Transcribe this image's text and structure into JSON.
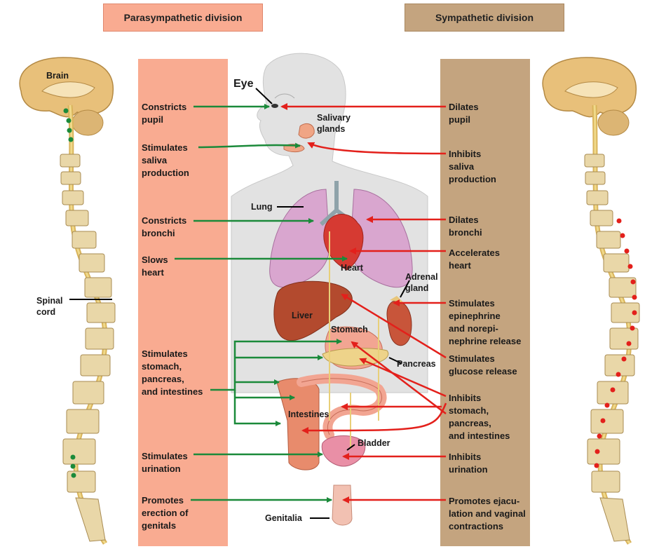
{
  "headers": {
    "parasympathetic": "Parasympathetic division",
    "sympathetic": "Sympathetic division"
  },
  "left_labels": [
    "Constricts\npupil",
    "Stimulates\nsaliva\nproduction",
    "Constricts\nbronchi",
    "Slows\nheart",
    "Stimulates\nstomach,\npancreas,\nand intestines",
    "Stimulates\nurination",
    "Promotes\nerection of\ngenitals"
  ],
  "right_labels": [
    "Dilates\npupil",
    "Inhibits\nsaliva\nproduction",
    "Dilates\nbronchi",
    "Accelerates\nheart",
    "Stimulates\nepinephrine\nand norepi-\nnephrine release",
    "Stimulates\nglucose release",
    "Inhibits\nstomach,\npancreas,\nand intestines",
    "Inhibits\nurination",
    "Promotes ejacu-\nlation and vaginal\ncontractions"
  ],
  "organs": {
    "eye": "Eye",
    "salivary": "Salivary\nglands",
    "lung": "Lung",
    "heart": "Heart",
    "adrenal": "Adrenal\ngland",
    "liver": "Liver",
    "stomach": "Stomach",
    "pancreas": "Pancreas",
    "intestines": "Intestines",
    "bladder": "Bladder",
    "genitalia": "Genitalia"
  },
  "spine_labels": {
    "brain": "Brain",
    "spinal_cord": "Spinal\ncord"
  },
  "colors": {
    "parasympathetic": "#f9ab91",
    "sympathetic": "#c4a47f",
    "para_arrow": "#1b8a3a",
    "symp_arrow": "#e3201b"
  }
}
